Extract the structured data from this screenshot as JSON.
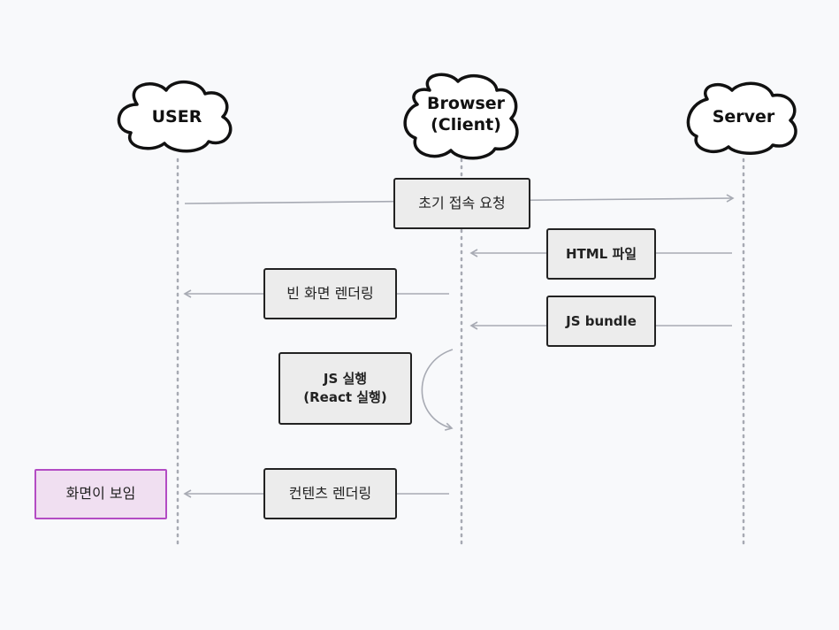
{
  "actors": {
    "user": "USER",
    "browser": "Browser\n(Client)",
    "server": "Server"
  },
  "messages": {
    "initial_request": "초기 접속 요청",
    "html_file": "HTML 파일",
    "blank_render": "빈 화면 렌더링",
    "js_bundle": "JS bundle",
    "js_exec": "JS 실행\n(React 실행)",
    "content_render": "컨텐츠 렌더링",
    "screen_visible": "화면이 보임"
  },
  "colors": {
    "arrow": "#a7aab3",
    "lifeline": "#a7aab3",
    "box_fill": "#ececec",
    "box_border": "#222222",
    "result_fill": "#f0dff1",
    "result_border": "#b34cc4"
  }
}
